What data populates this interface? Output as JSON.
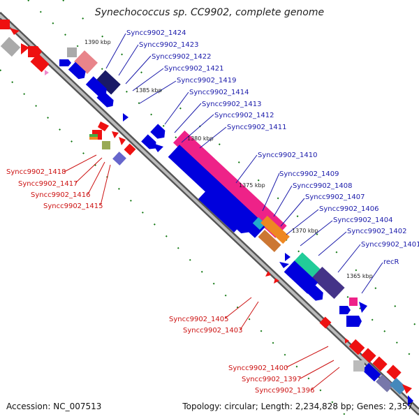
{
  "title": "Synechococcus sp. CC9902, complete genome",
  "accession": "Accession: NC_007513",
  "topology": "Topology: circular; Length: 2,234,828 bp; Genes: 2,357",
  "colors": {
    "forward": "#0000dd",
    "reverse": "#ee1111",
    "backbone": "#666666",
    "forward_label": "#1a1aaa",
    "reverse_label": "#cc1111",
    "tick": "#117711"
  },
  "kbp_marks": [
    "1390 kbp",
    "1385 kbp",
    "1380 kbp",
    "1375 kbp",
    "1370 kbp",
    "1365 kbp"
  ],
  "forward_labels": [
    "Syncc9902_1424",
    "Syncc9902_1423",
    "Syncc9902_1422",
    "Syncc9902_1421",
    "Syncc9902_1419",
    "Syncc9902_1414",
    "Syncc9902_1413",
    "Syncc9902_1412",
    "Syncc9902_1411",
    "Syncc9902_1410",
    "Syncc9902_1409",
    "Syncc9902_1408",
    "Syncc9902_1407",
    "Syncc9902_1406",
    "Syncc9902_1404",
    "Syncc9902_1402",
    "Syncc9902_1401",
    "recR"
  ],
  "reverse_labels": [
    "Syncc9902_1418",
    "Syncc9902_1417",
    "Syncc9902_1416",
    "Syncc9902_1415",
    "Syncc9902_1405",
    "Syncc9902_1403",
    "Syncc9902_1400",
    "Syncc9902_1397",
    "Syncc9902_1396"
  ]
}
